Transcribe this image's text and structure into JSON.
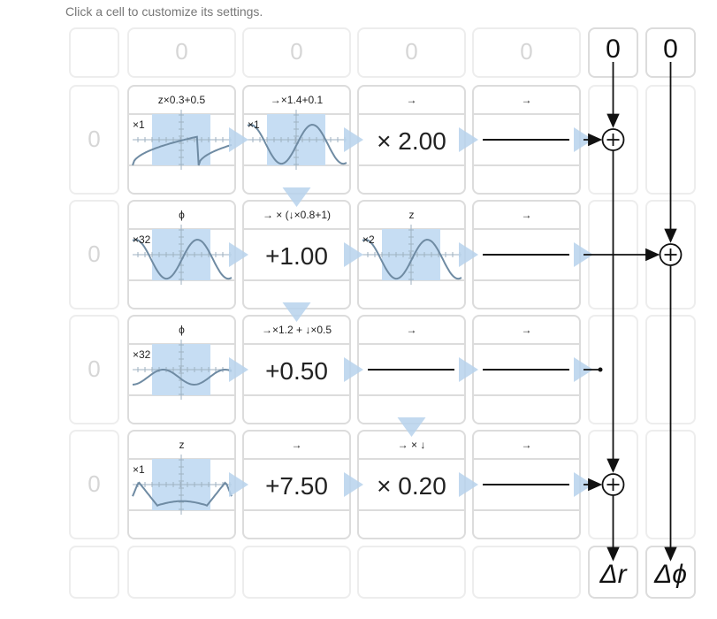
{
  "instructions": "Click a cell to customize its settings.",
  "top_inputs": [
    "0",
    "0",
    "0",
    "0"
  ],
  "left_inputs": [
    "0",
    "0",
    "0",
    "0"
  ],
  "outputs": {
    "r": {
      "top_value": "0",
      "label": "Δr"
    },
    "phi": {
      "top_value": "0",
      "label": "Δϕ"
    }
  },
  "rows": [
    [
      {
        "header": "z×0.3+0.5",
        "kind": "plot",
        "multiplier": "×1",
        "curve": "saw"
      },
      {
        "header": "→×1.4+0.1",
        "kind": "plot",
        "multiplier": "×1",
        "curve": "sine"
      },
      {
        "header": "→",
        "kind": "value",
        "value": "× 2.00"
      },
      {
        "header": "→",
        "kind": "line"
      }
    ],
    [
      {
        "header": "ϕ",
        "kind": "plot",
        "multiplier": "×32",
        "curve": "sine"
      },
      {
        "header": "→ × (↓×0.8+1)",
        "kind": "value",
        "value": "+1.00"
      },
      {
        "header": "z",
        "kind": "plot",
        "multiplier": "×2",
        "curve": "sine"
      },
      {
        "header": "→",
        "kind": "line"
      }
    ],
    [
      {
        "header": "ϕ",
        "kind": "plot",
        "multiplier": "×32",
        "curve": "wave"
      },
      {
        "header": "→×1.2 + ↓×0.5",
        "kind": "value",
        "value": "+0.50"
      },
      {
        "header": "→",
        "kind": "line"
      },
      {
        "header": "→",
        "kind": "line"
      }
    ],
    [
      {
        "header": "z",
        "kind": "plot",
        "multiplier": "×1",
        "curve": "bowl"
      },
      {
        "header": "→",
        "kind": "value",
        "value": "+7.50"
      },
      {
        "header": "→ × ↓",
        "kind": "value",
        "value": "× 0.20"
      },
      {
        "header": "→",
        "kind": "line"
      }
    ]
  ],
  "down_arrows": [
    {
      "row": 0,
      "col": 1
    },
    {
      "row": 1,
      "col": 1
    },
    {
      "row": 2,
      "col": 2
    }
  ],
  "row_connections": [
    {
      "row": 0,
      "target": "r",
      "type": "sum"
    },
    {
      "row": 1,
      "target": "phi",
      "type": "sum"
    },
    {
      "row": 2,
      "target": "none",
      "type": "dot"
    },
    {
      "row": 3,
      "target": "r",
      "type": "sum"
    }
  ],
  "colors": {
    "accent": "#c6ddf3",
    "curve": "#6f8ba3",
    "border": "#dcdcdc",
    "ink": "#111111"
  }
}
